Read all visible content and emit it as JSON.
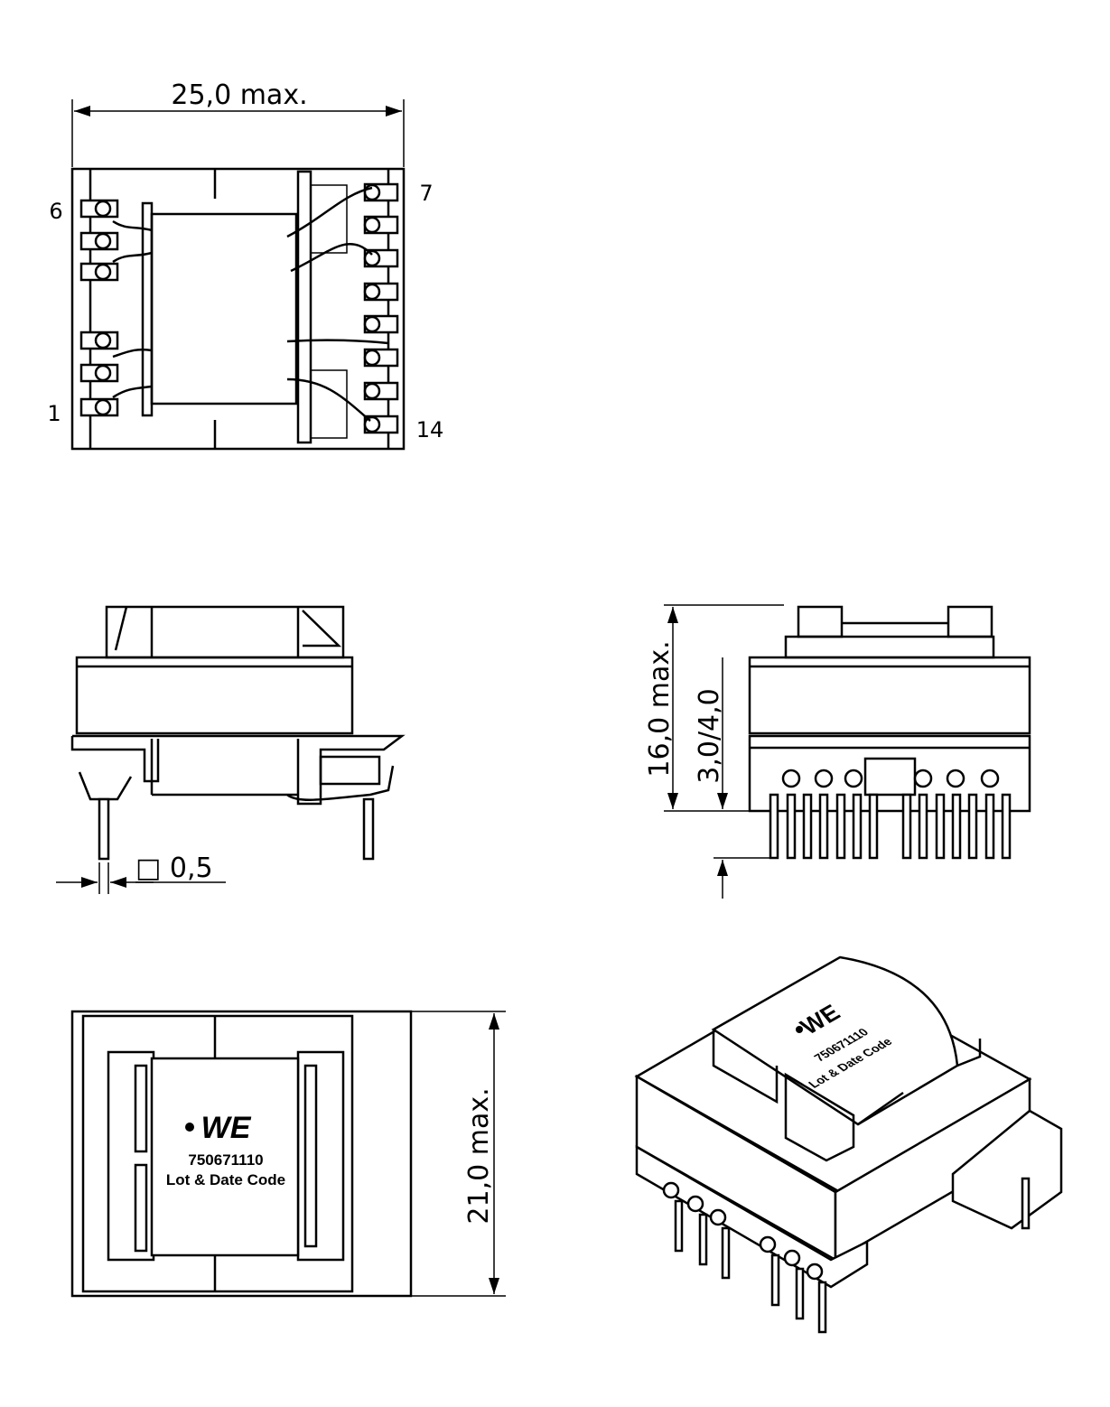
{
  "top_view": {
    "width_dim": "25,0 max.",
    "pin_labels": {
      "p6": "6",
      "p7": "7",
      "p1": "1",
      "p14": "14"
    }
  },
  "side_view": {
    "pin_dim": "□ 0,5"
  },
  "front_view": {
    "height_dim": "16,0 max.",
    "standoff_dim": "3,0/4,0"
  },
  "bottom_view": {
    "depth_dim": "21,0 max.",
    "label": {
      "brand": "WE",
      "part_number": "750671110",
      "code": "Lot & Date Code"
    }
  },
  "iso_view": {
    "label": {
      "brand": "WE",
      "part_number": "750671110",
      "code": "Lot & Date Code"
    }
  }
}
